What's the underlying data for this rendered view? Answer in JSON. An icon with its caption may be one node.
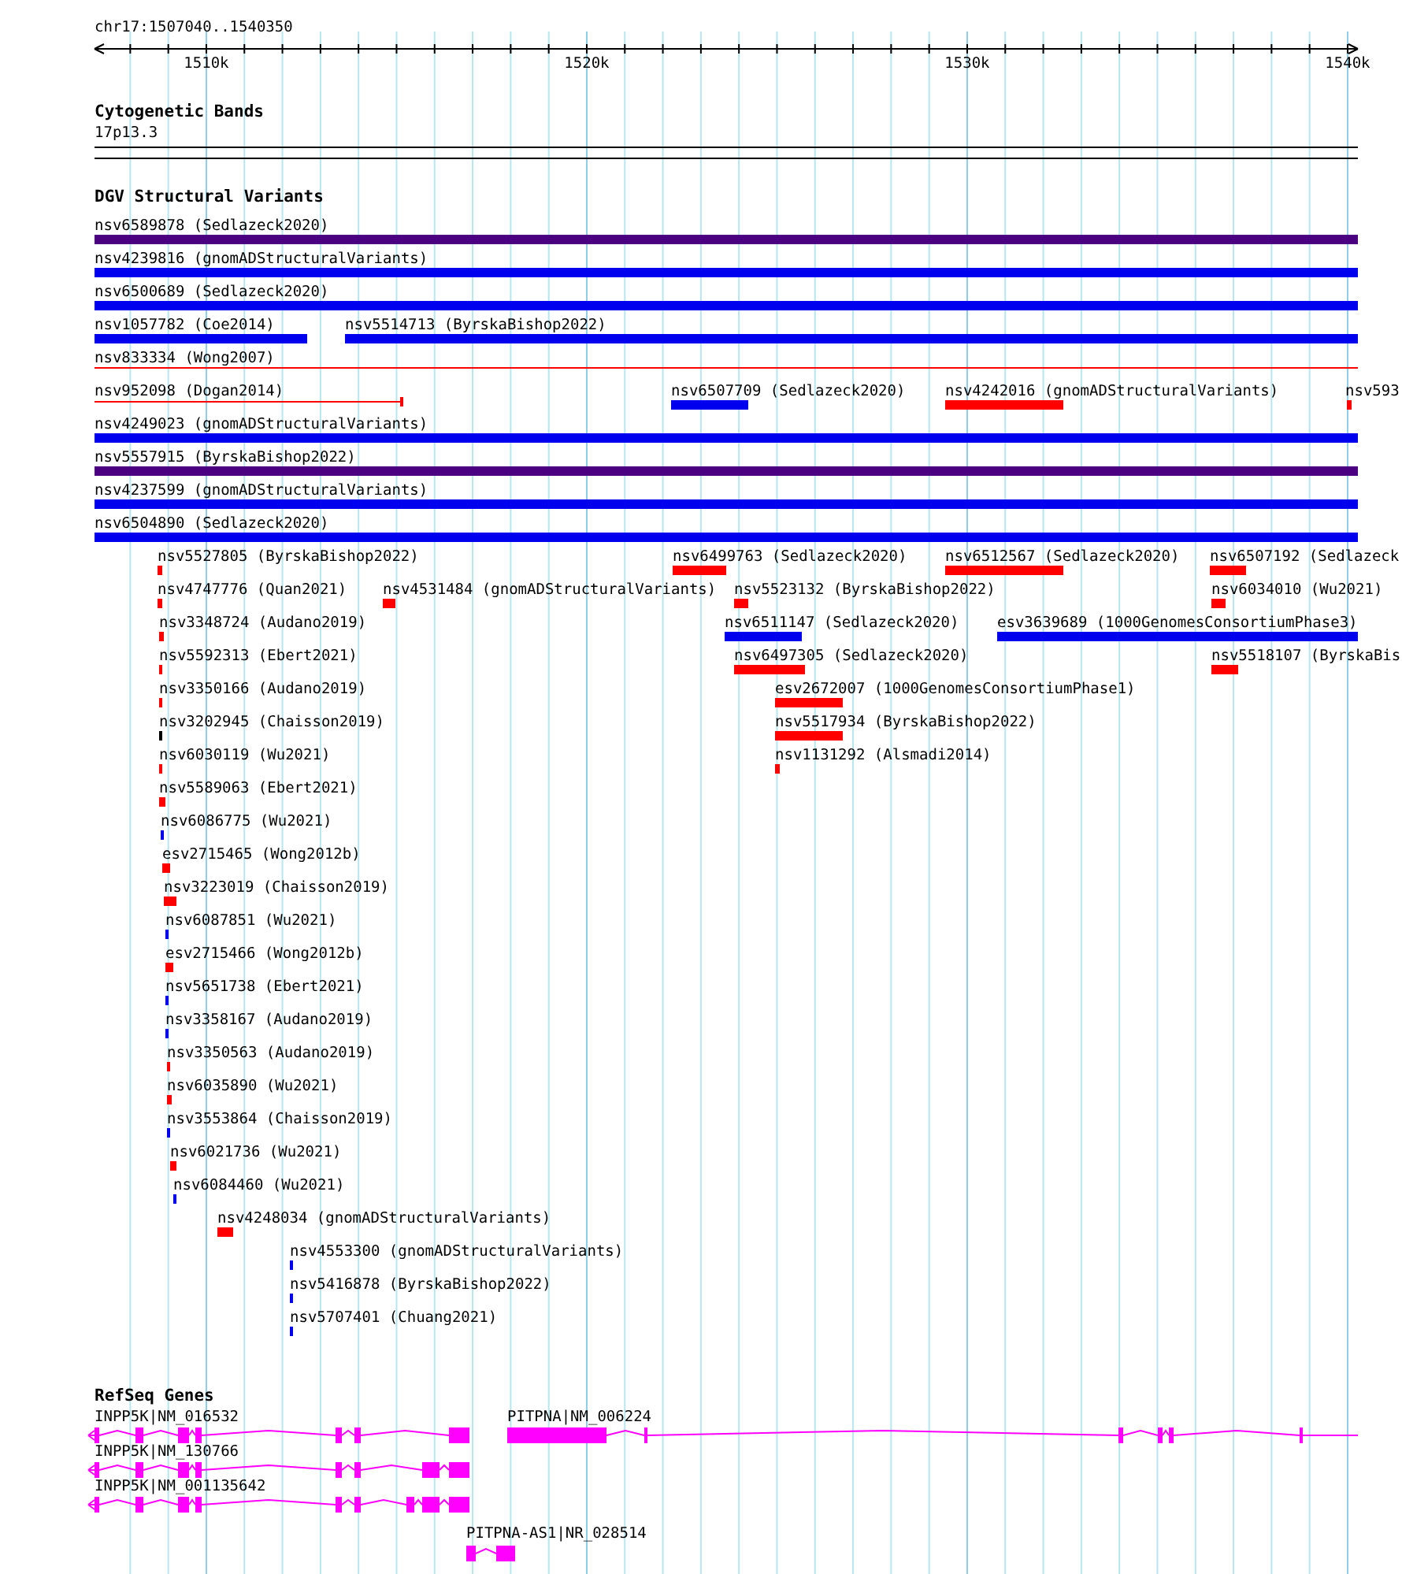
{
  "diagram": {
    "nodes": [
      {
        "text": [
          "17p13.3"
        ]
      },
      {
        "text": [
          "nsv6589878 (Sedlazeck2020)"
        ]
      },
      {
        "text": [
          "nsv4239816 (gnomADStructuralVariants)"
        ]
      },
      {
        "text": [
          "nsv6500689 (Sedlazeck2020)"
        ]
      },
      {
        "text": [
          "nsv1057782 (Coe2014)"
        ]
      },
      {
        "text": [
          "nsv5514713 (ByrskaBishop2022)"
        ]
      },
      {
        "text": [
          "nsv833334 (Wong2007)"
        ]
      },
      {
        "text": [
          "nsv952098 (Dogan2014)"
        ]
      },
      {
        "text": [
          "nsv6507709 (Sedlazeck2020)"
        ]
      },
      {
        "text": [
          "nsv4242016 (gnomADStructuralVariants)"
        ]
      },
      {
        "text": [
          "nsv593"
        ]
      },
      {
        "text": [
          "nsv4249023 (gnomADStructuralVariants)"
        ]
      },
      {
        "text": [
          "nsv5557915 (ByrskaBishop2022)"
        ]
      },
      {
        "text": [
          "nsv4237599 (gnomADStructuralVariants)"
        ]
      },
      {
        "text": [
          "nsv6504890 (Sedlazeck2020)"
        ]
      },
      {
        "text": [
          "nsv5527805 (ByrskaBishop2022)"
        ]
      },
      {
        "text": [
          "nsv6499763 (Sedlazeck2020)"
        ]
      },
      {
        "text": [
          "nsv6512567 (Sedlazeck2020)"
        ]
      },
      {
        "text": [
          "nsv6507192 (Sedlazeck"
        ]
      },
      {
        "text": [
          "nsv4747776 (Quan2021)"
        ]
      },
      {
        "text": [
          "nsv4531484 (gnomADStructuralVariants)"
        ]
      },
      {
        "text": [
          "nsv5523132 (ByrskaBishop2022)"
        ]
      },
      {
        "text": [
          "nsv6034010 (Wu2021)"
        ]
      },
      {
        "text": [
          "nsv3348724 (Audano2019)"
        ]
      },
      {
        "text": [
          "nsv6511147 (Sedlazeck2020)"
        ]
      },
      {
        "text": [
          "esv3639689 (1000GenomesConsortiumPhase3)"
        ]
      },
      {
        "text": [
          "nsv5592313 (Ebert2021)"
        ]
      },
      {
        "text": [
          "nsv6497305 (Sedlazeck2020)"
        ]
      },
      {
        "text": [
          "nsv5518107 (ByrskaBis"
        ]
      },
      {
        "text": [
          "nsv3350166 (Audano2019)"
        ]
      },
      {
        "text": [
          "esv2672007 (1000GenomesConsortiumPhase1)"
        ]
      },
      {
        "text": [
          "nsv3202945 (Chaisson2019)"
        ]
      },
      {
        "text": [
          "nsv5517934 (ByrskaBishop2022)"
        ]
      },
      {
        "text": [
          "nsv6030119 (Wu2021)"
        ]
      },
      {
        "text": [
          "nsv1131292 (Alsmadi2014)"
        ]
      },
      {
        "text": [
          "nsv5589063 (Ebert2021)"
        ]
      },
      {
        "text": [
          "nsv6086775 (Wu2021)"
        ]
      },
      {
        "text": [
          "esv2715465 (Wong2012b)"
        ]
      },
      {
        "text": [
          "nsv3223019 (Chaisson2019)"
        ]
      },
      {
        "text": [
          "nsv6087851 (Wu2021)"
        ]
      },
      {
        "text": [
          "esv2715466 (Wong2012b)"
        ]
      },
      {
        "text": [
          "nsv5651738 (Ebert2021)"
        ]
      },
      {
        "text": [
          "nsv3358167 (Audano2019)"
        ]
      },
      {
        "text": [
          "nsv3350563 (Audano2019)"
        ]
      },
      {
        "text": [
          "nsv6035890 (Wu2021)"
        ]
      },
      {
        "text": [
          "nsv3553864 (Chaisson2019)"
        ]
      },
      {
        "text": [
          "nsv6021736 (Wu2021)"
        ]
      },
      {
        "text": [
          "nsv6084460 (Wu2021)"
        ]
      },
      {
        "text": [
          "nsv4248034 (gnomADStructuralVariants)"
        ]
      },
      {
        "text": [
          "nsv4553300 (gnomADStructuralVariants)"
        ]
      },
      {
        "text": [
          "nsv5416878 (ByrskaBishop2022)"
        ]
      },
      {
        "text": [
          "nsv5707401 (Chuang2021)"
        ]
      },
      {
        "text": [
          "INPP5K|NM_016532"
        ]
      },
      {
        "text": [
          "PITPNA|NM_006224"
        ]
      },
      {
        "text": [
          "INPP5K|NM_130766"
        ]
      },
      {
        "text": [
          "INPP5K|NM_001135642"
        ]
      },
      {
        "text": [
          "PITPNA-AS1|NR_028514"
        ]
      }
    ],
    "labels": [
      "chr17:1507040..1540350",
      "1510k",
      "1520k",
      "1530k",
      "1540k",
      "Cytogenetic Bands",
      "DGV Structural Variants",
      "RefSeq Genes"
    ]
  }
}
